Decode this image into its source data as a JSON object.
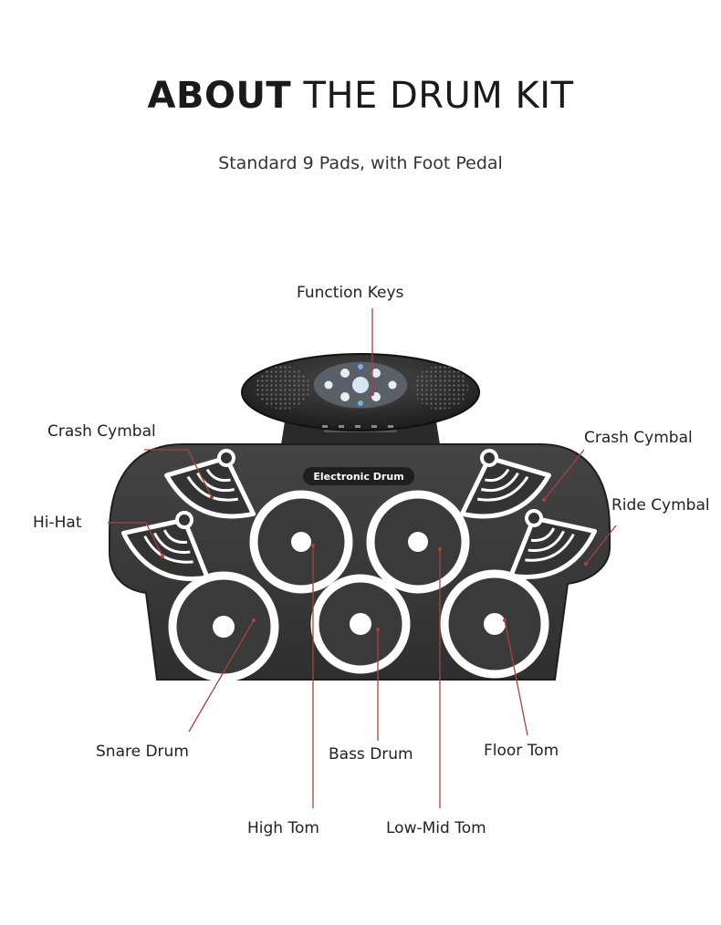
{
  "title_bold": "ABOUT",
  "title_rest": "THE DRUM KIT",
  "subtitle": "Standard 9 Pads, with Foot Pedal",
  "device_label": "Electronic Drum",
  "labels": {
    "function_keys": "Function Keys",
    "crash_cymbal_left": "Crash Cymbal",
    "crash_cymbal_right": "Crash Cymbal",
    "hi_hat": "Hi-Hat",
    "ride_cymbal": "Ride Cymbal",
    "snare_drum": "Snare Drum",
    "bass_drum": "Bass Drum",
    "floor_tom": "Floor Tom",
    "high_tom": "High Tom",
    "low_mid_tom": "Low-Mid Tom"
  },
  "colors": {
    "pad_body": "#3a3a3a",
    "pad_ring": "#ffffff",
    "leader_line": "#a8423f",
    "accent_blue": "#6fb3e6"
  }
}
